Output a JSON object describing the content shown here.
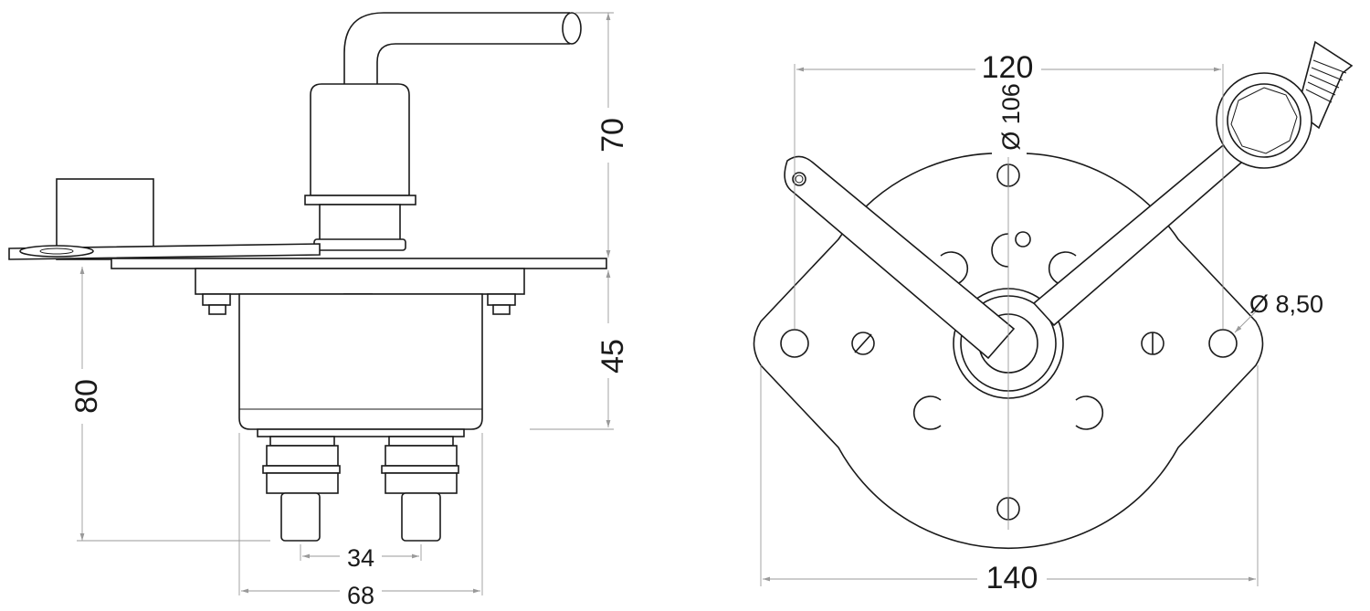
{
  "diagram": {
    "side_view": {
      "dim_height_handle": "70",
      "dim_height_body": "45",
      "dim_height_total": "80",
      "dim_terminal_spacing": "34",
      "dim_body_width": "68"
    },
    "top_view": {
      "dim_hole_spacing": "120",
      "dim_body_diameter": "Ø 106",
      "dim_hole_diameter": "Ø 8,50",
      "dim_flange_width": "140"
    },
    "colors": {
      "line": "#1a1a1a",
      "dimension_line": "#9a9a9a",
      "background": "#ffffff"
    }
  }
}
